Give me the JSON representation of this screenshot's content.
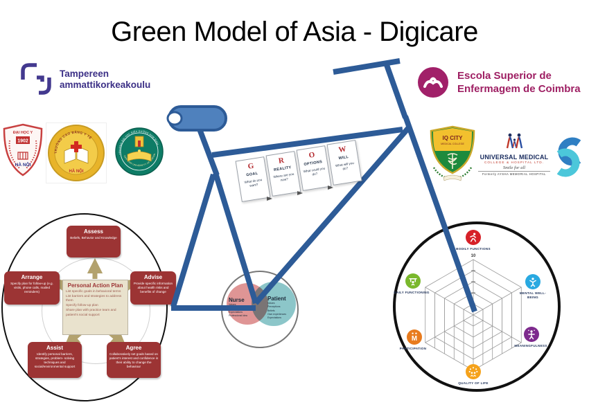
{
  "title": "Green Model of Asia - Digicare",
  "colors": {
    "frame_blue": "#2d5b97",
    "saddle_blue": "#4f81bd",
    "five_as_box_red": "#9c3434",
    "arrow_khaki": "#b3a26e",
    "action_plan_bg": "#e9e2cd",
    "venn_pink": "#df9595",
    "venn_teal": "#8cc6c9",
    "esenfc_magenta": "#9e1f63",
    "tamk_purple": "#3b2f86"
  },
  "logos": {
    "tamk": {
      "line1": "Tampereen",
      "line2": "ammattikorkeakoulu"
    },
    "esenfc": {
      "line1": "Escola Superior de",
      "line2": "Enfermagem de Coimbra"
    },
    "hanoi_medical_university": {
      "top": "ĐẠI HỌC Y",
      "year": "1902",
      "bottom": "HÀ NỘI"
    },
    "hanoi_medical_college": {
      "arc": "TRƯỜNG CAO ĐẲNG Y TẾ",
      "bottom": "HÀ NỘI"
    },
    "nam_dinh_university": {
      "arc_top": "TRƯỜNG ĐẠI HỌC ĐIỀU DƯỠNG NAM ĐỊNH",
      "arc_bottom": "NAM DINH UNIVERSITY OF NURSING"
    },
    "iq_city": {
      "line1": "IQ CITY",
      "line2": "MEDICAL COLLEGE"
    },
    "universal_medical": {
      "line1": "UNIVERSAL MEDICAL",
      "line2": "COLLEGE & HOSPITAL LTD.",
      "tagline": "Smile for all",
      "line3": "Formerly AYSHA MEMORIAL HOSPITAL"
    }
  },
  "grow": {
    "cards": [
      {
        "letter": "G",
        "word": "GOAL",
        "question": "What do you want?"
      },
      {
        "letter": "R",
        "word": "REALITY",
        "question": "Where are you now?"
      },
      {
        "letter": "O",
        "word": "OPTIONS",
        "question": "What could you do?"
      },
      {
        "letter": "W",
        "word": "WILL",
        "question": "What will you do?"
      }
    ]
  },
  "five_as": {
    "assess": {
      "title": "Assess",
      "text": "Beliefs, Behavior and Knowledge"
    },
    "arrange": {
      "title": "Arrange",
      "text": "Specify plan for follow-up (e.g. visits, phone calls, mailed reminders)"
    },
    "advise": {
      "title": "Advise",
      "text": "Provide specific information about health risks and benefits of change"
    },
    "assist": {
      "title": "Assist",
      "text": "Identify personal barriers, strategies, problem- solving techniques and social/environmental support"
    },
    "agree": {
      "title": "Agree",
      "text": "Collaboratively set goals based on patient's interest and confidence in their ability to change the behaviour"
    },
    "center": {
      "title": "Personal Action Plan",
      "lines": [
        "List specific goals in behavioral terms",
        "List barriers and strategies to address them",
        "Specify follow-up plan",
        "Share plan with practice team and patient's social support"
      ]
    }
  },
  "venn": {
    "nurse": {
      "title": "Nurse",
      "lines": [
        "Values",
        "Own experiences",
        "Expectations",
        "Professional idea"
      ]
    },
    "patient": {
      "title": "Patient",
      "lines": [
        "Values",
        "Perceptions",
        "Beliefs",
        "Own experiences",
        "Expectations"
      ]
    }
  },
  "radar": {
    "scale_max": "10",
    "icon_m": "M",
    "axes": [
      {
        "label": "BODILY FUNCTIONS",
        "color": "#d62128"
      },
      {
        "label": "MENTAL WELL-BEING",
        "color": "#29a9e1"
      },
      {
        "label": "MEANINGFULNESS",
        "color": "#7d2a8d"
      },
      {
        "label": "QUALITY OF LIFE",
        "color": "#f5a21b"
      },
      {
        "label": "PARTICIPATION",
        "color": "#e87b1e"
      },
      {
        "label": "DAILY FUNCTIONING",
        "color": "#7ab82c"
      }
    ]
  }
}
